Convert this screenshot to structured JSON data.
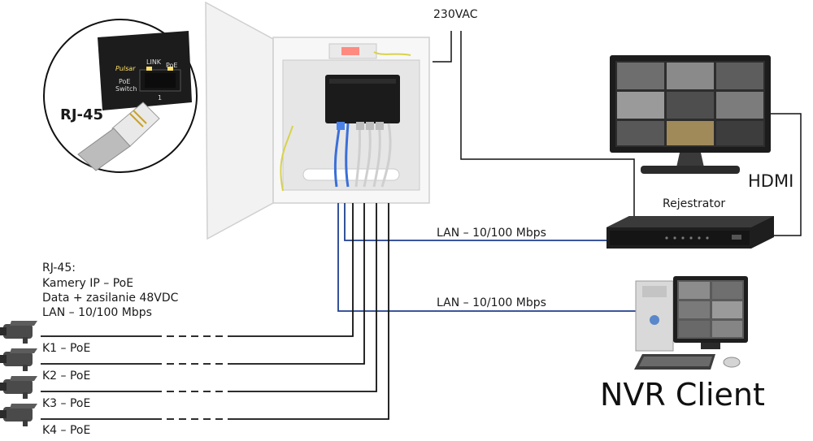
{
  "labels": {
    "power": "230VAC",
    "hdmi": "HDMI",
    "recorder": "Rejestrator",
    "lan_top": "LAN – 10/100 Mbps",
    "lan_bottom": "LAN – 10/100 Mbps",
    "nvr_client": "NVR Client",
    "rj45_callout": "RJ-45",
    "switch_port_link": "LINK",
    "switch_port_poe": "PoE",
    "switch_brand": "Pulsar",
    "switch_name_line1": "PoE",
    "switch_name_line2": "Switch",
    "port_number": "1"
  },
  "legend": {
    "line1": "RJ-45:",
    "line2": "Kamery IP – PoE",
    "line3": "Data + zasilanie 48VDC",
    "line4": "LAN – 10/100 Mbps"
  },
  "cameras": [
    {
      "label": "K1 – PoE"
    },
    {
      "label": "K2 – PoE"
    },
    {
      "label": "K3 – PoE"
    },
    {
      "label": "K4 – PoE"
    }
  ],
  "colors": {
    "lan_cable": "#1f3f8f",
    "camera_cable": "#111111",
    "enclosure": "#f4f4f4",
    "switch_body": "#1b1b1b"
  },
  "icons": [
    "camera-icon",
    "monitor-icon",
    "recorder-icon",
    "pc-tower-icon",
    "keyboard-icon",
    "mouse-icon",
    "rj45-plug-icon",
    "enclosure-icon",
    "poe-switch-icon"
  ]
}
